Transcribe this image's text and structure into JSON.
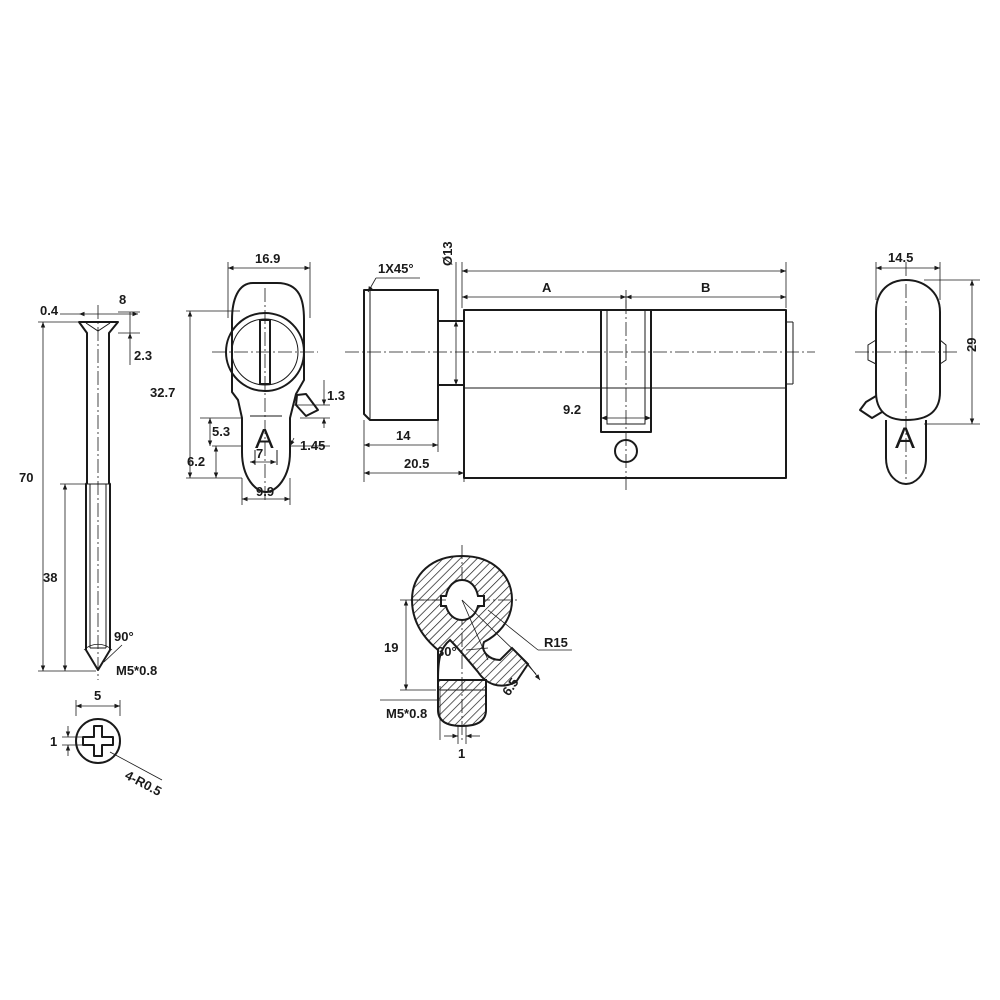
{
  "labels": {
    "screw_head_width": "0.4",
    "screw_head_dia": "8",
    "screw_head_depth": "2.3",
    "screw_total_length": "70",
    "screw_thread_length": "38",
    "screw_tip_angle": "90°",
    "screw_thread": "M5*0.8",
    "screw_end_dia": "5",
    "screw_slot_width": "1",
    "screw_corner_radius": "4-R0.5",
    "side_width": "16.9",
    "side_height": "32.7",
    "side_clearance": "1.3",
    "side_a": "5.3",
    "side_b": "6.2",
    "side_c": "7",
    "side_d": "1.45",
    "side_e": "9.9",
    "chamfer": "1X45°",
    "shaft_dia": "Ø13",
    "length_a": "A",
    "length_b": "B",
    "cam_width": "9.2",
    "knob_length": "14",
    "knob_offset": "20.5",
    "end_width": "14.5",
    "end_height": "29",
    "section_height": "19",
    "section_angle": "30°",
    "section_radius": "R15",
    "section_slot": "6.5",
    "section_thread": "M5*0.8",
    "section_gap": "1"
  },
  "logo_letter": "A"
}
